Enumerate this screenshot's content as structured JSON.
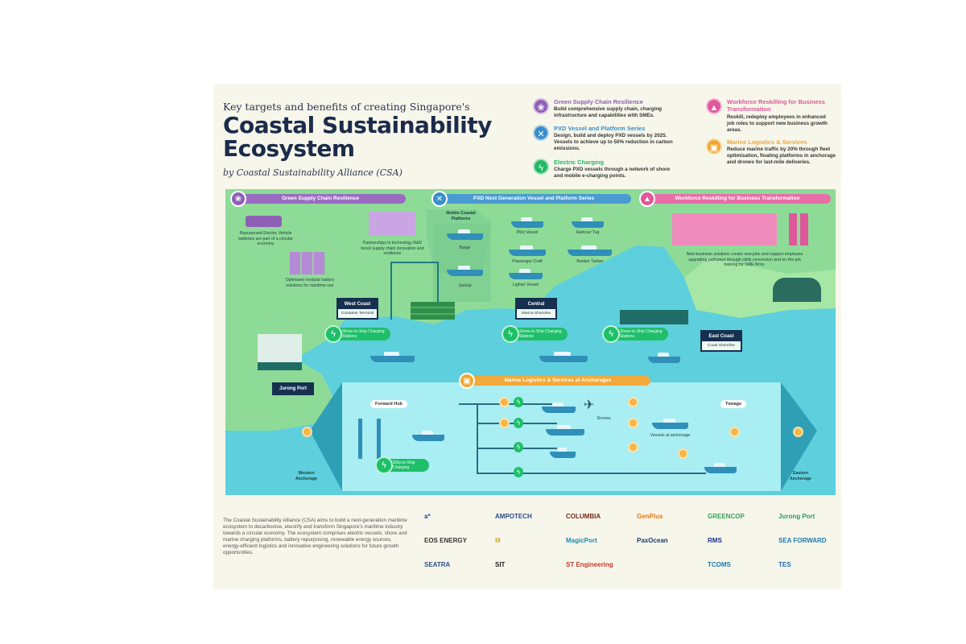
{
  "header": {
    "subtitle": "Key targets and benefits of creating Singapore's",
    "title_line1": "Coastal Sustainability",
    "title_line2": "Ecosystem",
    "byline": "by Coastal Sustainability Alliance (CSA)"
  },
  "legend": [
    {
      "title": "Green Supply Chain Resilience",
      "desc": "Build comprehensive supply chain, charging infrastructure and capabilities with SMEs.",
      "color": "#8e5fb5",
      "icon": "leaf-icon"
    },
    {
      "title": "PXD Vessel and Platform Series",
      "desc": "Design, build and deploy PXD vessels by 2025. Vessels to achieve up to 50% reduction in carbon emissions.",
      "color": "#3a8fc9",
      "icon": "tools-icon"
    },
    {
      "title": "Electric Charging",
      "desc": "Charge PXD vessels through a network of shore and mobile e-charging points.",
      "color": "#22b866",
      "icon": "lightning-icon"
    },
    {
      "title": "Workforce Reskilling for Business Transformation",
      "desc": "Reskill, redeploy employees in enhanced job roles to support new business growth areas.",
      "color": "#e0579a",
      "icon": "building-icon"
    },
    {
      "title": "Marine Logistics & Services",
      "desc": "Reduce marine traffic by 20% through fleet optimisation, floating platforms in anchorage and drones for last-mile deliveries.",
      "color": "#f0a632",
      "icon": "box-icon"
    }
  ],
  "map": {
    "banners": {
      "green": "Green Supply Chain Resilience",
      "pxd": "PXD Next Generation Vessel and Platform Series",
      "workforce": "Workforce Reskilling for Business Transformation",
      "marine": "Marine Logistics & Services at Anchorages"
    },
    "green_captions": [
      "Repurposed Electric Vehicle batteries are part of a circular economy",
      "Optimised modular battery solutions for maritime use",
      "Partnerships in technology R&D boost supply chain innovation and resilience"
    ],
    "platforms": {
      "title": "Mobile Coastal Platforms",
      "barge": "Barge",
      "jackup": "Jackup"
    },
    "vessels": [
      "Pilot Vessel",
      "Harbour Tug",
      "Passenger Craft",
      "Bunker Tanker",
      "Lighter Vessel"
    ],
    "workforce_caption": "New business solutions create new jobs and support employee upgrading pathways through skills conversion and on-the-job training for SME firms.",
    "signs": [
      {
        "title": "West Coast",
        "sub": "Container Terminal"
      },
      {
        "title": "Central",
        "sub": "Marina Shoreline"
      },
      {
        "title": "East Coast",
        "sub": "Coast Shoreline"
      },
      {
        "title": "Jurong Port",
        "sub": ""
      }
    ],
    "charging": [
      "Shore-to-Ship Charging Stations",
      "Shore-to-Ship Charging Stations",
      "Shore-to-Ship Charging Stations",
      "Ship-to-Ship Charging"
    ],
    "nodes": {
      "hub": "Forward Hub",
      "towage": "Towage",
      "drones": "Drones",
      "vessels": "Vessels at anchorage",
      "west": "Western Anchorage",
      "east": "Eastern Anchorage"
    }
  },
  "about": "The Coastal Sustainability Alliance (CSA) aims to build a next-generation maritime ecosystem to decarbonise, electrify and transform Singapore's maritime industry towards a circular economy. The ecosystem comprises electric vessels, shore and marine charging platforms, battery repurposing, renewable energy sources, energy-efficient logistics and innovative engineering solutions for future growth opportunities.",
  "logos": [
    "a*",
    "AMPOTECH",
    "COLUMBIA",
    "GenPlus",
    "GREENCOP",
    "Jurong Port",
    "EOS ENERGY",
    "M",
    "MagicPort",
    "PaxOcean",
    "RMS",
    "SEA FORWARD",
    "SEATRA",
    "SIT",
    "ST Engineering",
    "",
    "TCOMS",
    "TES"
  ]
}
